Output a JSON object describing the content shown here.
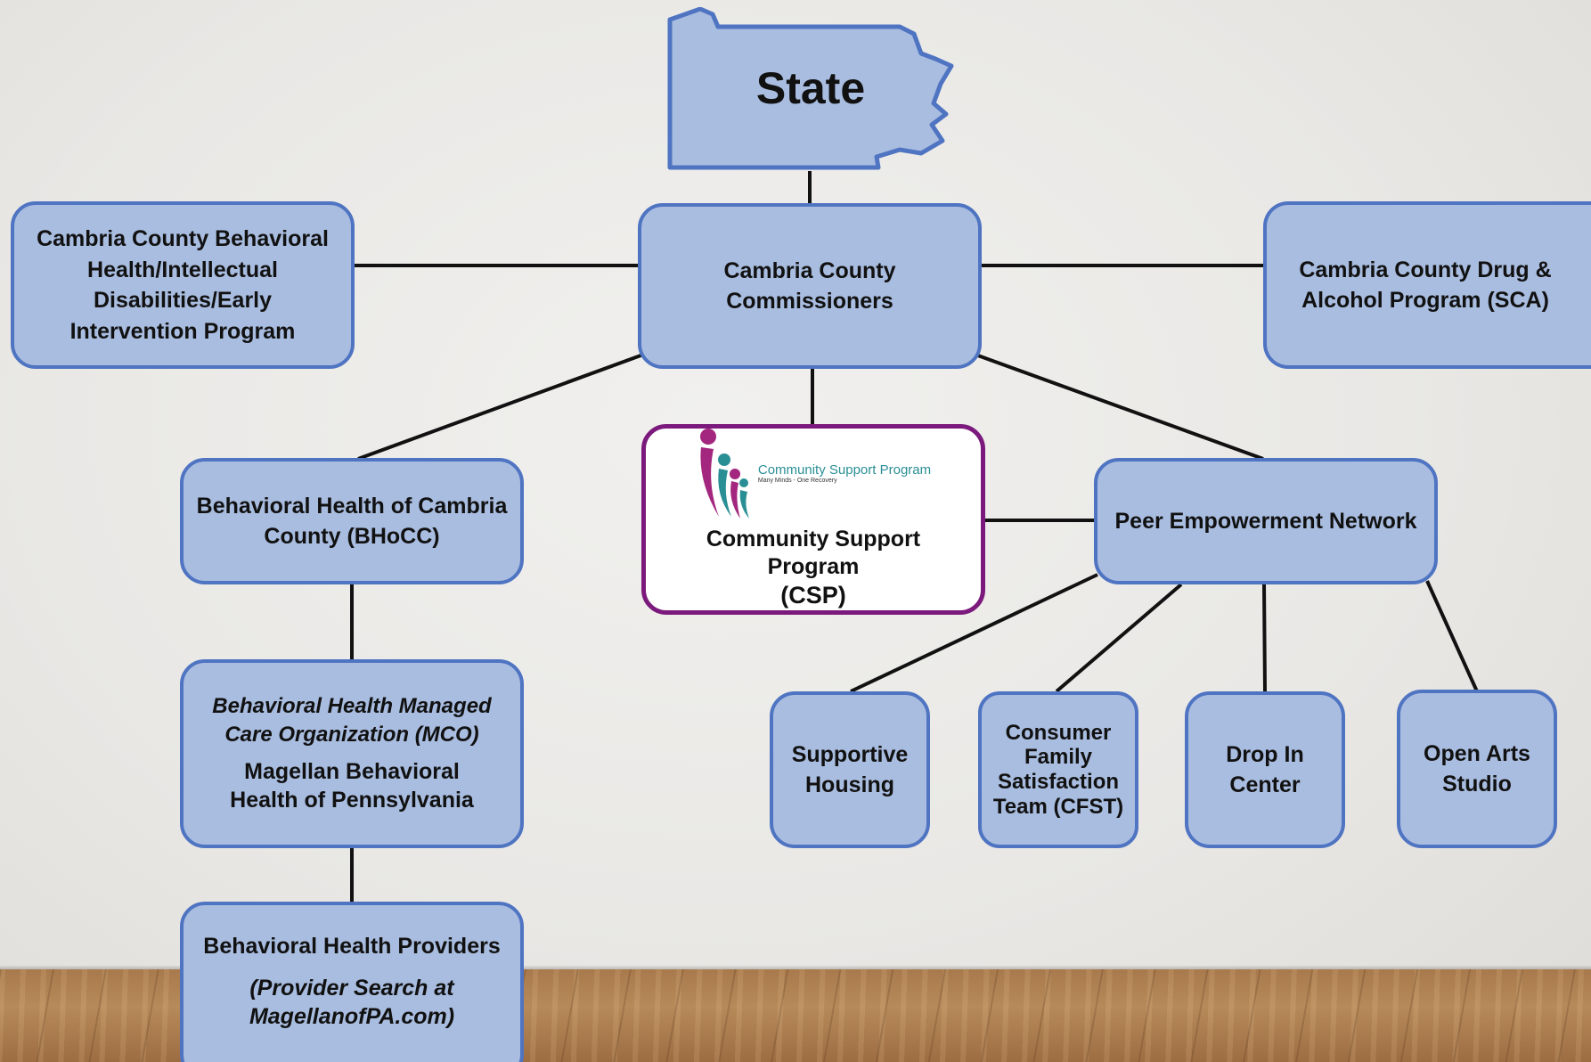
{
  "state": {
    "label": "State"
  },
  "nodes": {
    "commissioners": "Cambria County Commissioners",
    "bh_idei": "Cambria County Behavioral Health/Intellectual Disabilities/Early Intervention Program",
    "sca": "Cambria County Drug & Alcohol Program (SCA)",
    "bhocc": "Behavioral Health of Cambria County (BHoCC)",
    "csp": {
      "logo_name": "Community Support Program",
      "logo_tagline": "Many Minds - One Recovery",
      "line1": "Community Support Program",
      "line2": "(CSP)"
    },
    "pen": "Peer Empowerment Network",
    "mco": {
      "italic": "Behavioral Health Managed Care Organization (MCO)",
      "name": "Magellan Behavioral Health of Pennsylvania"
    },
    "providers": {
      "title": "Behavioral Health Providers",
      "italic": "(Provider Search at MagellanofPA.com)"
    },
    "housing": "Supportive Housing",
    "cfst": "Consumer Family Satisfaction Team (CFST)",
    "dropin": "Drop In Center",
    "arts": "Open Arts Studio"
  },
  "colors": {
    "box_fill": "#a9bde0",
    "box_border": "#4f74c2",
    "csp_border": "#7b1a7c",
    "connector": "#111111",
    "logo_magenta": "#a3277e",
    "logo_teal": "#2a8f95"
  },
  "edges": [
    [
      "state",
      "commissioners"
    ],
    [
      "commissioners",
      "bh_idei"
    ],
    [
      "commissioners",
      "sca"
    ],
    [
      "commissioners",
      "bhocc"
    ],
    [
      "commissioners",
      "csp"
    ],
    [
      "commissioners",
      "pen"
    ],
    [
      "csp",
      "pen"
    ],
    [
      "bhocc",
      "mco"
    ],
    [
      "mco",
      "providers"
    ],
    [
      "pen",
      "housing"
    ],
    [
      "pen",
      "cfst"
    ],
    [
      "pen",
      "dropin"
    ],
    [
      "pen",
      "arts"
    ]
  ]
}
